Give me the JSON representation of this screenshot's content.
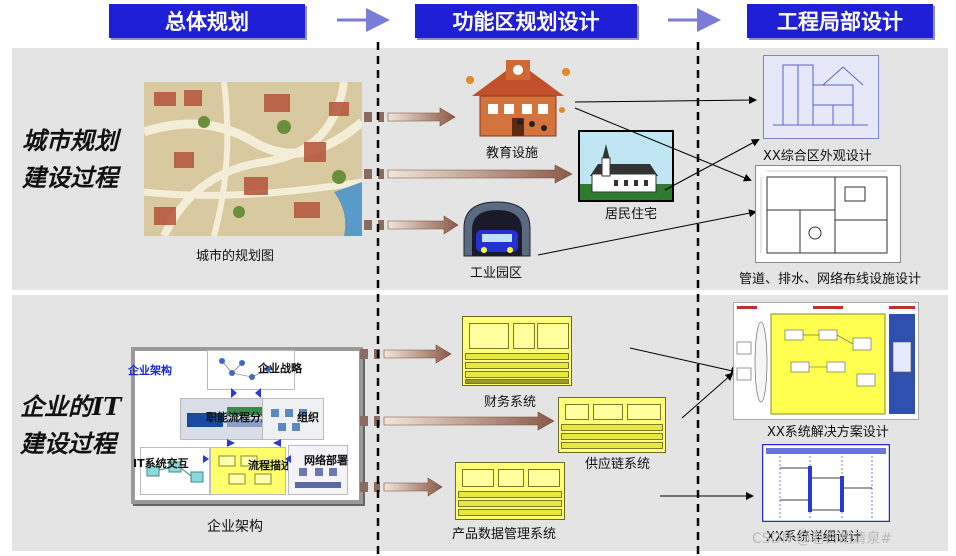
{
  "headers": {
    "overall": "总体规划",
    "functional": "功能区规划设计",
    "engineering": "工程局部设计"
  },
  "rows": {
    "city": {
      "label_line1": "城市规划",
      "label_line2": "建设过程"
    },
    "enterprise": {
      "label_line1": "企业的IT",
      "label_line2": "建设过程"
    }
  },
  "city": {
    "map_caption": "城市的规划图",
    "education": "教育设施",
    "residential": "居民住宅",
    "industrial": "工业园区",
    "exterior_design": "XX综合区外观设计",
    "pipeline_design": "管道、排水、网络布线设施设计"
  },
  "enterprise": {
    "architecture_caption": "企业架构",
    "architecture_title": "企业架构",
    "strategy": "企业战略",
    "process_decomp": "职能流程分解",
    "organization": "组织",
    "it_system": "IT系统交互",
    "process_desc": "流程描述",
    "network": "网络部署",
    "finance": "财务系统",
    "supply_chain": "供应链系统",
    "pdm": "产品数据管理系统",
    "solution_design": "XX系统解决方案设计",
    "detail_design": "XX系统详细设计"
  },
  "watermark": "CSDN @老白胡清泉#",
  "colors": {
    "header_bg": "#1f1fd6",
    "arrow": "#8a6b60",
    "band": "#e4e4e4",
    "system_fill": "#ffff7a"
  }
}
